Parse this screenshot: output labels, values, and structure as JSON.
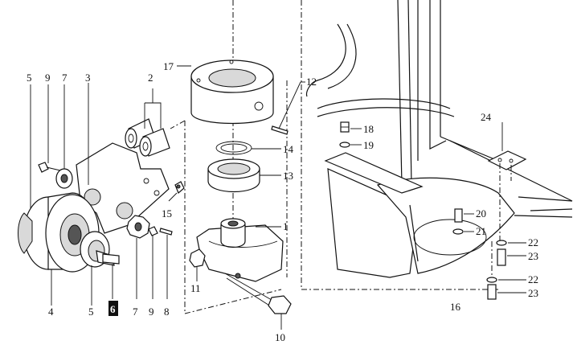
{
  "callouts": [
    {
      "id": "c5a",
      "text": "5"
    },
    {
      "id": "c9a",
      "text": "9"
    },
    {
      "id": "c7a",
      "text": "7"
    },
    {
      "id": "c3",
      "text": "3"
    },
    {
      "id": "c2",
      "text": "2"
    },
    {
      "id": "c17",
      "text": "17"
    },
    {
      "id": "c12",
      "text": "12"
    },
    {
      "id": "c18",
      "text": "18"
    },
    {
      "id": "c19",
      "text": "19"
    },
    {
      "id": "c24",
      "text": "24"
    },
    {
      "id": "c14",
      "text": "14"
    },
    {
      "id": "c13",
      "text": "13"
    },
    {
      "id": "c15",
      "text": "15"
    },
    {
      "id": "c1",
      "text": "1"
    },
    {
      "id": "c20",
      "text": "20"
    },
    {
      "id": "c21",
      "text": "21"
    },
    {
      "id": "c22a",
      "text": "22"
    },
    {
      "id": "c23a",
      "text": "23"
    },
    {
      "id": "c11",
      "text": "11"
    },
    {
      "id": "c22b",
      "text": "22"
    },
    {
      "id": "c23b",
      "text": "23"
    },
    {
      "id": "c16",
      "text": "16"
    },
    {
      "id": "c4",
      "text": "4"
    },
    {
      "id": "c5b",
      "text": "5"
    },
    {
      "id": "c6",
      "text": "6",
      "highlighted": true
    },
    {
      "id": "c7b",
      "text": "7"
    },
    {
      "id": "c9b",
      "text": "9"
    },
    {
      "id": "c8",
      "text": "8"
    },
    {
      "id": "c10",
      "text": "10"
    }
  ]
}
